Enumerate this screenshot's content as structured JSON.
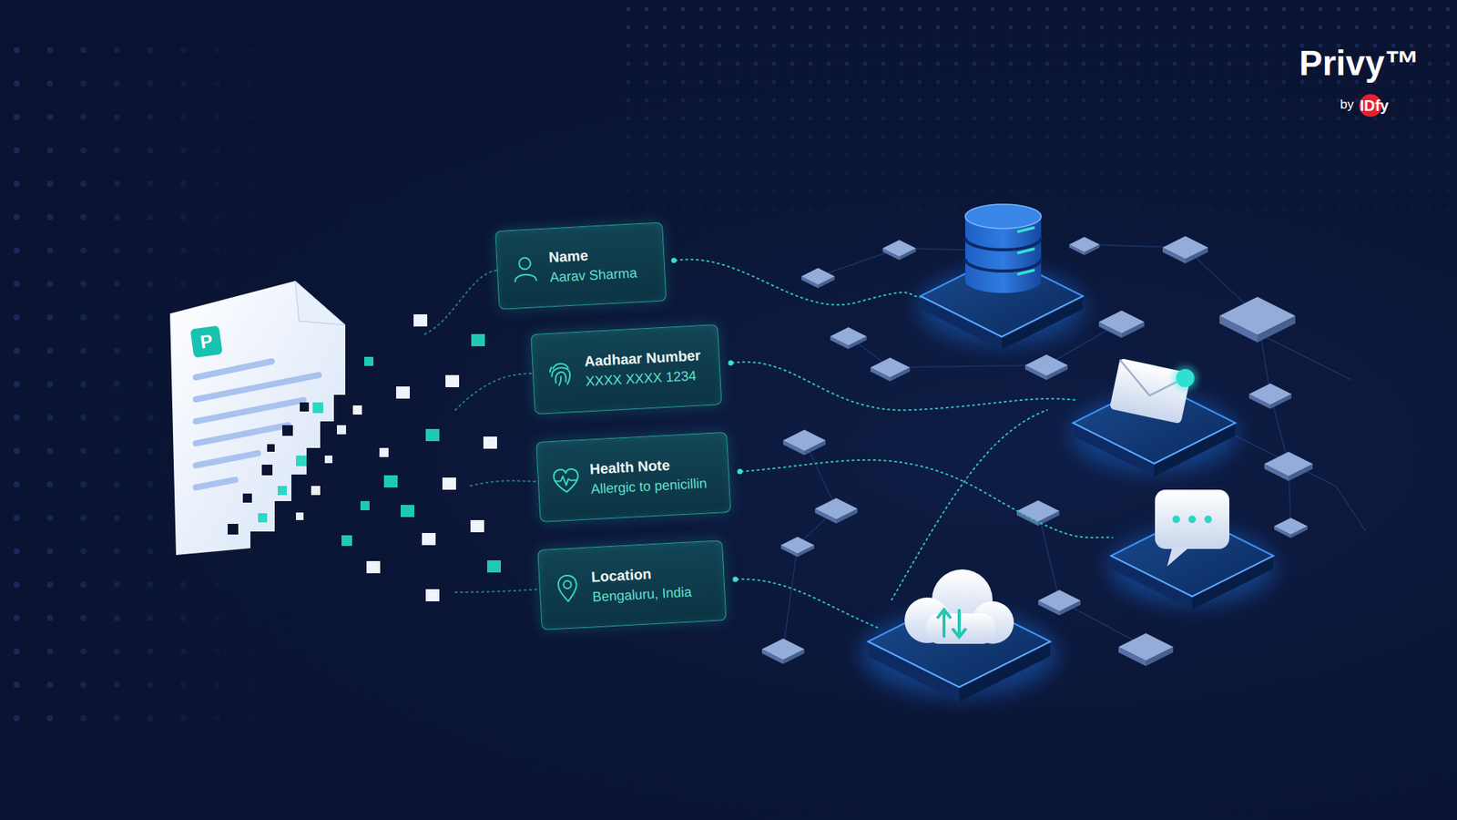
{
  "diagram": {
    "nodes": [
      {
        "text": [
          "P"
        ]
      },
      {
        "text": [
          "Name",
          "Aarav Sharma"
        ]
      },
      {
        "text": [
          "Aadhaar Number",
          "XXXX XXXX 1234"
        ]
      },
      {
        "text": [
          "Health Note",
          "Allergic to penicillin"
        ]
      },
      {
        "text": [
          "Location",
          "Bengaluru, India"
        ]
      }
    ],
    "labels": [
      "Privy™",
      "by",
      "IDfy"
    ]
  }
}
